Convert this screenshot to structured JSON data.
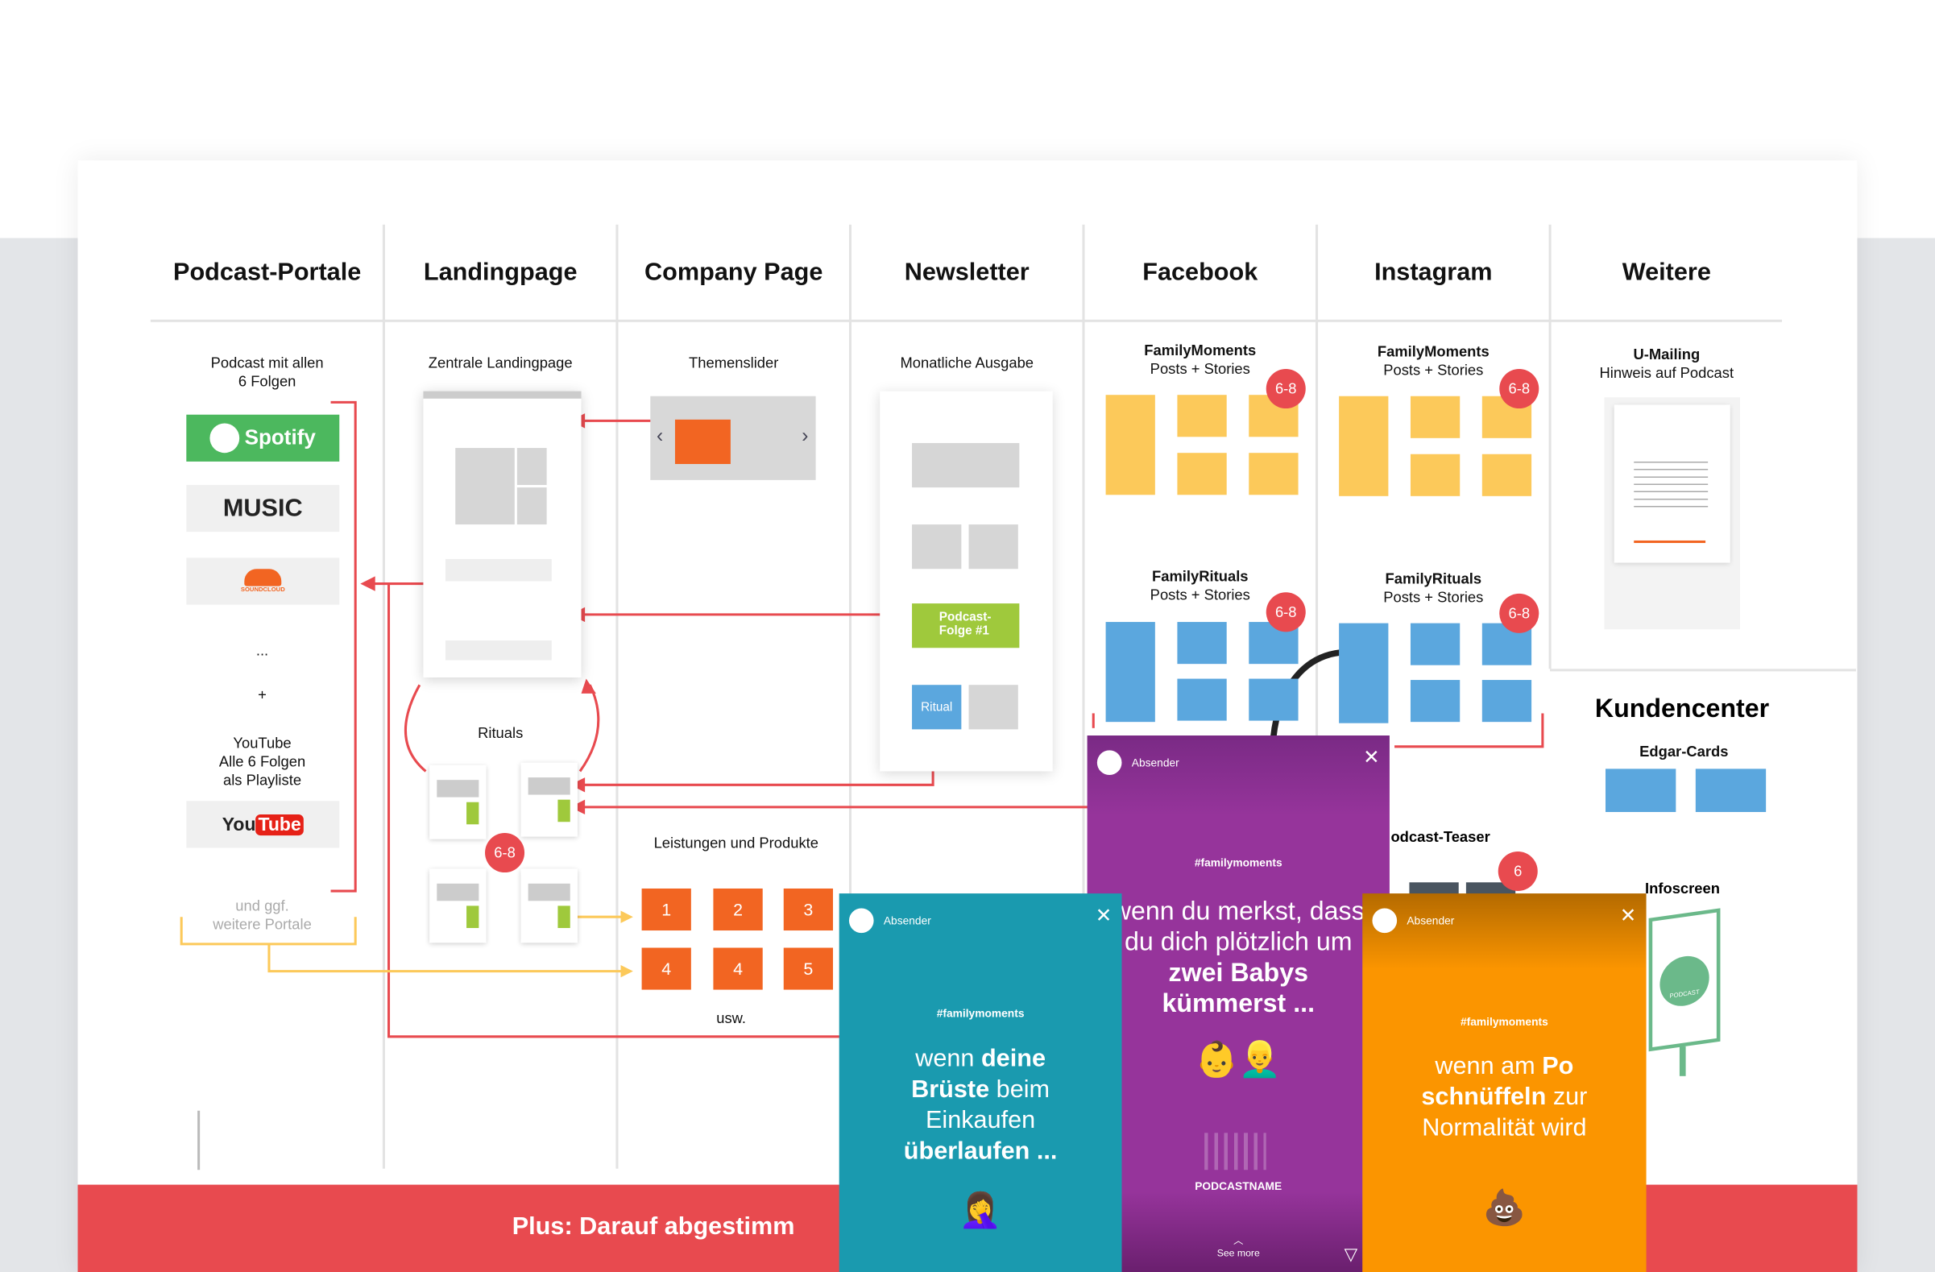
{
  "columns": [
    "Podcast-Portale",
    "Landingpage",
    "Company Page",
    "Newsletter",
    "Facebook",
    "Instagram",
    "Weitere"
  ],
  "portale": {
    "subtitle_line1": "Podcast mit allen",
    "subtitle_line2": "6 Folgen",
    "spotify": "Spotify",
    "apple": "MUSIC",
    "soundcloud": "SOUNDCLOUD",
    "ellipsis": "...",
    "plus": "+",
    "youtube_l1": "YouTube",
    "youtube_l2": "Alle 6 Folgen",
    "youtube_l3": "als Playliste",
    "youtube_logo_you": "You",
    "youtube_logo_tube": "Tube",
    "further_l1": "und ggf.",
    "further_l2": "weitere Portale"
  },
  "landing": {
    "subtitle": "Zentrale Landingpage",
    "rituals": "Rituals",
    "badge": "6-8"
  },
  "company": {
    "subtitle": "Themenslider",
    "products_title": "Leistungen und Produkte",
    "products": [
      "1",
      "2",
      "3",
      "4",
      "4",
      "5"
    ],
    "more": "usw."
  },
  "newsletter": {
    "subtitle": "Monatliche Ausgabe",
    "podcast_block": "Podcast-\nFolge #1",
    "ritual_block": "Ritual"
  },
  "facebook": {
    "moments_title": "FamilyMoments",
    "moments_sub": "Posts + Stories",
    "moments_badge": "6-8",
    "rituals_title": "FamilyRituals",
    "rituals_sub": "Posts + Stories",
    "rituals_badge": "6-8"
  },
  "instagram": {
    "moments_title": "FamilyMoments",
    "moments_sub": "Posts + Stories",
    "moments_badge": "6-8",
    "rituals_title": "FamilyRituals",
    "rituals_sub": "Posts + Stories",
    "rituals_badge": "6-8",
    "teaser": "odcast-Teaser",
    "teaser_badge": "6"
  },
  "weitere": {
    "mailing_title": "U-Mailing",
    "mailing_sub": "Hinweis auf Podcast",
    "kundencenter": "Kundencenter",
    "edgar": "Edgar-Cards",
    "infoscreen": "Infoscreen",
    "infoscreen_logo": "PODCAST"
  },
  "footer": {
    "text": "Plus: Darauf abgestimm"
  },
  "stories": [
    {
      "sender": "Absender",
      "tag": "#familymoments",
      "text_html_parts": [
        "wenn ",
        "deine",
        "Brüste",
        " beim",
        "Einkaufen",
        "überlaufen ..."
      ],
      "emoji": "🤦‍♀️",
      "color": "#1a9aaf"
    },
    {
      "sender": "Absender",
      "tag": "#familymoments",
      "line1": "wenn du merkst, dass",
      "line2": "du dich plötzlich um",
      "line3": "zwei Babys",
      "line4": "kümmerst ...",
      "emoji": "👶👱‍♂️",
      "podcastname": "PODCASTNAME",
      "see_more": "See more",
      "color": "#94329a"
    },
    {
      "sender": "Absender",
      "tag": "#familymoments",
      "text_html_parts": [
        "wenn am ",
        "Po",
        "schnüffeln",
        " zur",
        "Normalität wird"
      ],
      "emoji": "💩",
      "color": "#fb9500"
    }
  ],
  "colors": {
    "red": "#e84a4f",
    "yellow": "#fcc95a",
    "blue": "#5ba7de",
    "orange": "#f26522",
    "green": "#4cb85e"
  }
}
